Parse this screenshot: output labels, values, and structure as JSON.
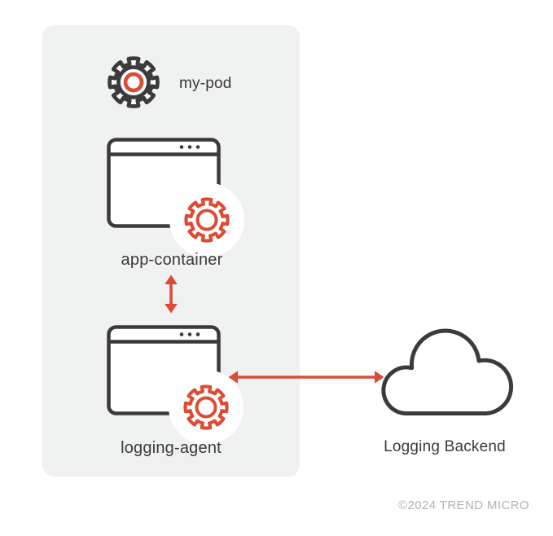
{
  "diagram": {
    "pod": {
      "label": "my-pod",
      "icon": "gear-icon"
    },
    "containers": [
      {
        "label": "app-container",
        "icon": "browser-window-with-gear-icon"
      },
      {
        "label": "logging-agent",
        "icon": "browser-window-with-gear-icon"
      }
    ],
    "connections": [
      {
        "from": "app-container",
        "to": "logging-agent",
        "style": "double-headed-arrow",
        "orientation": "vertical"
      },
      {
        "from": "logging-agent",
        "to": "Logging Backend",
        "style": "double-headed-arrow",
        "orientation": "horizontal"
      }
    ],
    "backend": {
      "label": "Logging Backend",
      "icon": "cloud-icon"
    },
    "footer": {
      "copyright": "©2024 TREND MICRO"
    },
    "colors": {
      "accent_red": "#DC4B34",
      "stroke_dark": "#3B3B3D",
      "panel_background": "#F0F1F1",
      "label_text": "#3A3A3C",
      "copyright_text": "#B2B2B6"
    }
  }
}
